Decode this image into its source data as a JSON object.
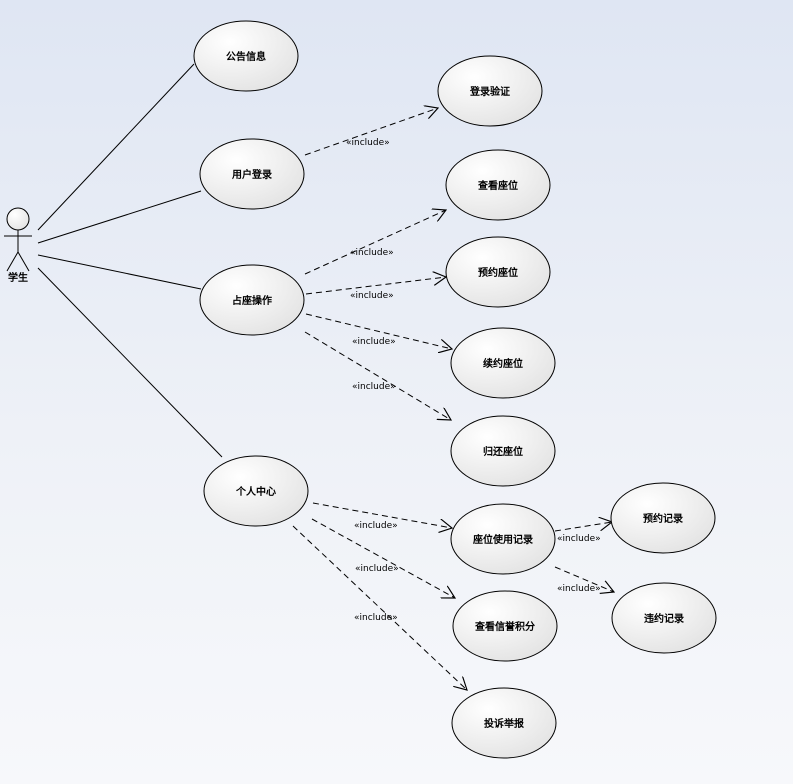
{
  "actor": {
    "label": "学生"
  },
  "usecases": {
    "gonggao": "公告信息",
    "yonghu_denglu": "用户登录",
    "denglu_yanzheng": "登录验证",
    "zhanzuo_caozuo": "占座操作",
    "chakan_zuowei": "查看座位",
    "yuyue_zuowei": "预约座位",
    "xuyue_zuowei": "续约座位",
    "guihuan_zuowei": "归还座位",
    "geren_zhongxin": "个人中心",
    "zuowei_shiyong_jilu": "座位使用记录",
    "chakan_xinyu_jifen": "查看信誉积分",
    "tousu_jubao": "投诉举报",
    "yuyue_jilu": "预约记录",
    "weiyue_jilu": "违约记录"
  },
  "stereotype": "«include»",
  "colors": {
    "line": "#000000",
    "ellipse_border": "#000000",
    "ellipse_fill_light": "#ffffff",
    "ellipse_fill_dark": "#e2e2e2"
  }
}
